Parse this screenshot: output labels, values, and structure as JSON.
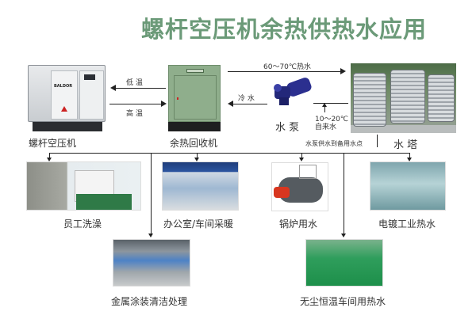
{
  "title": "螺杆空压机余热供热水应用",
  "colors": {
    "title": "#6b9a78",
    "line": "#222222",
    "recovery_unit": "#8fae8c",
    "pump": "#2b2f8f"
  },
  "top_flow": {
    "compressor": {
      "label": "螺杆空压机",
      "brand": "BALDOR",
      "icon": "air-compressor-image"
    },
    "recovery_unit": {
      "label": "余热回收机",
      "icon": "heat-recovery-unit-image"
    },
    "pump": {
      "label": "水 泵",
      "icon": "water-pump-image"
    },
    "water_tower": {
      "label": "水 塔",
      "icon": "water-tank-image"
    },
    "arrows": {
      "low_temp": "低 温",
      "high_temp": "高 温",
      "hot_water": "60～70℃热水",
      "cold_water": "冷 水",
      "tap_water_temp": "10～20℃",
      "tap_water": "自来水",
      "pump_supply": "水泵供水到备用水点"
    }
  },
  "applications": [
    {
      "label": "员工洗澡",
      "icon": "shower-dormitory-image"
    },
    {
      "label": "办公室/车间采暖",
      "icon": "office-heating-image"
    },
    {
      "label": "锅炉用水",
      "icon": "boiler-image"
    },
    {
      "label": "电镀工业热水",
      "icon": "electroplating-image"
    },
    {
      "label": "金属涂装清洁处理",
      "icon": "metal-coating-image"
    },
    {
      "label": "无尘恒温车间用热水",
      "icon": "dustfree-workshop-image"
    }
  ]
}
